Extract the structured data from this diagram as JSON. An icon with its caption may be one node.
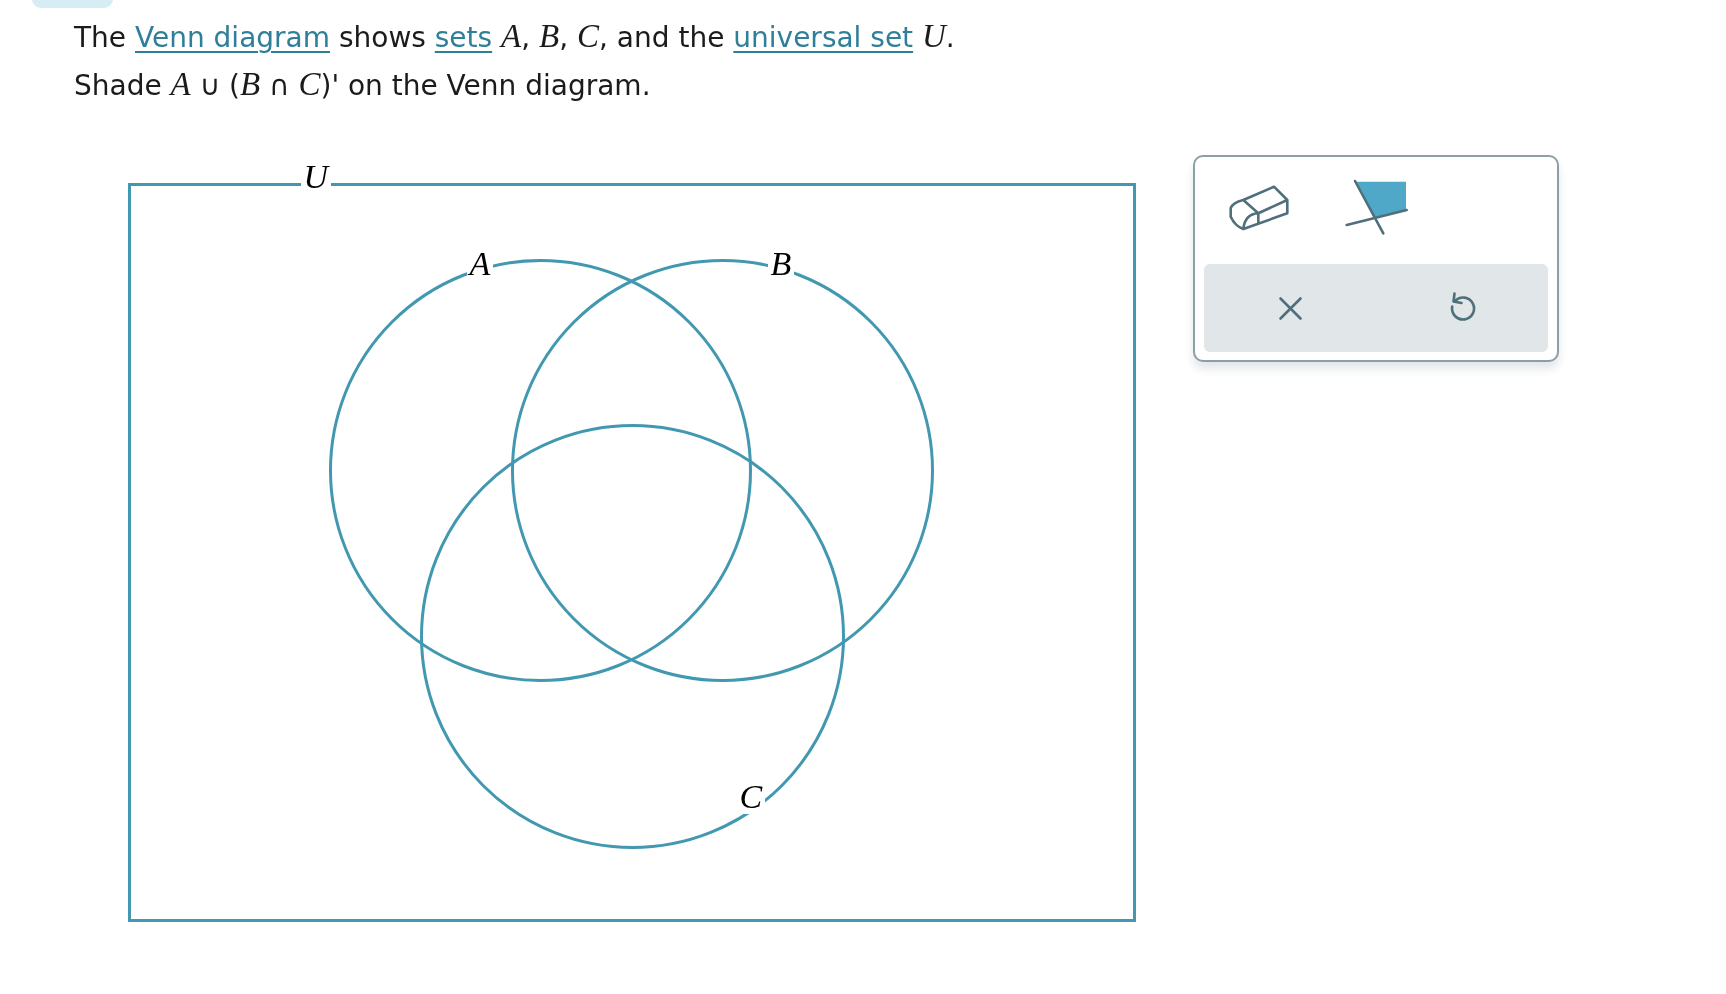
{
  "diagram": {
    "nodes": [
      {
        "text": [
          "U"
        ]
      },
      {
        "text": [
          "A"
        ],
        "in": 0
      },
      {
        "text": [
          "B"
        ],
        "in": 0
      },
      {
        "text": [
          "C"
        ],
        "in": 0
      }
    ],
    "labels": [
      "The Venn diagram shows sets *A*, *B*, *C*, and the universal set *U*.",
      "Shade *A* ∪ (*B* ∩ *C*)' on the Venn diagram."
    ]
  }
}
